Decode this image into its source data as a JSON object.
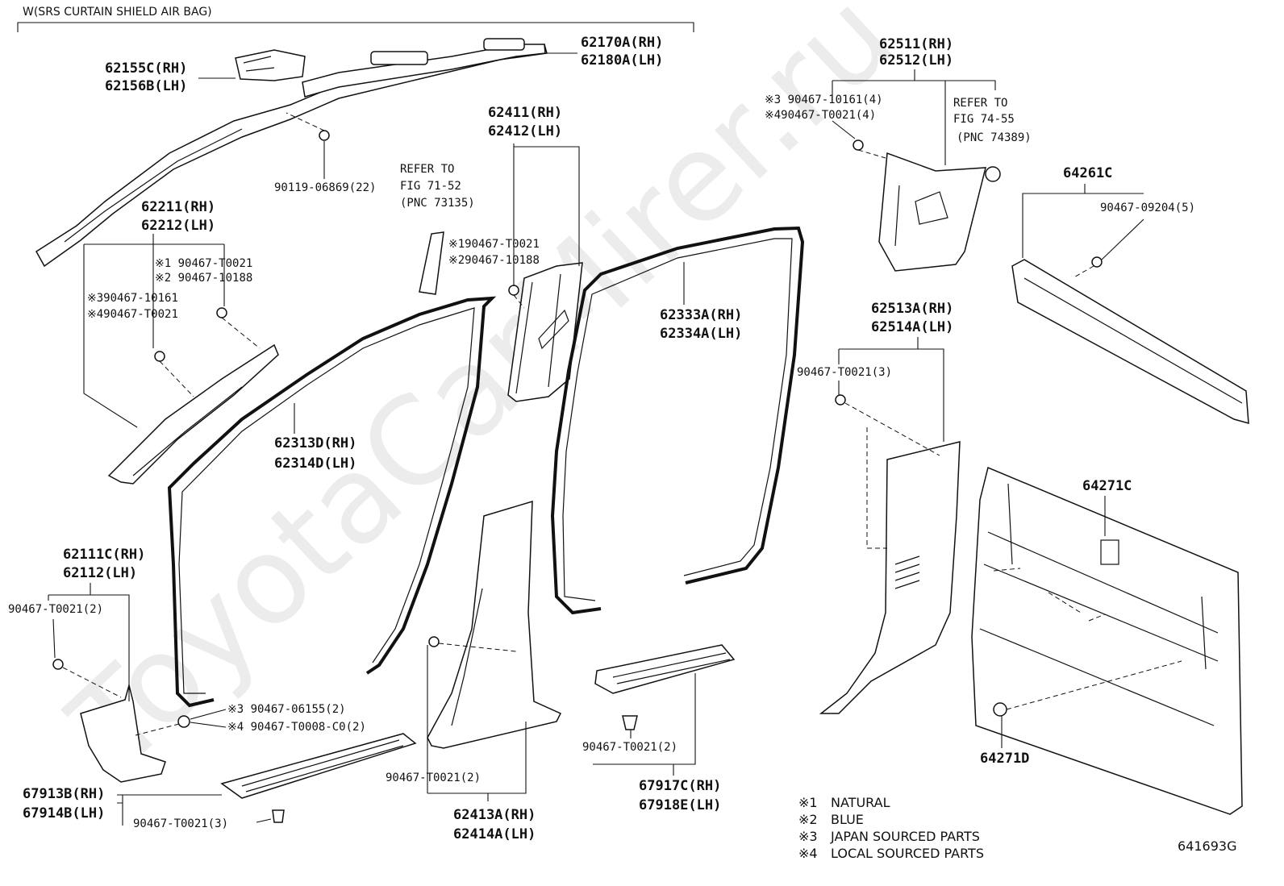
{
  "header": "W(SRS CURTAIN SHIELD AIR BAG)",
  "figure_code": "641693G",
  "watermark": "ToyotaCarMirer.ru",
  "legend": [
    {
      "mark": "※1",
      "text": "NATURAL"
    },
    {
      "mark": "※2",
      "text": "BLUE"
    },
    {
      "mark": "※3",
      "text": "JAPAN SOURCED PARTS"
    },
    {
      "mark": "※4",
      "text": "LOCAL SOURCED PARTS"
    }
  ],
  "callouts": {
    "p62170": [
      "62170A(RH)",
      "62180A(LH)"
    ],
    "p62155": [
      "62155C(RH)",
      "62156B(LH)"
    ],
    "p90119": "90119-06869(22)",
    "p62411": [
      "62411(RH)",
      "62412(LH)"
    ],
    "ref7152": [
      "REFER TO",
      "FIG 71-52",
      "(PNC 73135)"
    ],
    "bpillar_clips": [
      "※190467-T0021",
      "※290467-10188"
    ],
    "p62211": [
      "62211(RH)",
      "62212(LH)"
    ],
    "apillar_clips": [
      "※1 90467-T0021",
      "※2 90467-10188",
      "※390467-10161",
      "※490467-T0021"
    ],
    "p62313": [
      "62313D(RH)",
      "62314D(LH)"
    ],
    "p62333": [
      "62333A(RH)",
      "62334A(LH)"
    ],
    "p62511": [
      "62511(RH)",
      "62512(LH)"
    ],
    "upper_clips": [
      "※3 90467-10161(4)",
      "※490467-T0021(4)"
    ],
    "ref7455": [
      "REFER TO",
      "FIG 74-55",
      "(PNC 74389)"
    ],
    "p64261": "64261C",
    "p90467_09204": "90467-09204(5)",
    "p62513": [
      "62513A(RH)",
      "62514A(LH)"
    ],
    "p90467_t0021_3": "90467-T0021(3)",
    "p64271c": "64271C",
    "p64271d": "64271D",
    "p62111": [
      "62111C(RH)",
      "62112(LH)"
    ],
    "p90467_t0021_2a": "90467-T0021(2)",
    "p06155": [
      "※3 90467-06155(2)",
      "※4 90467-T0008-C0(2)"
    ],
    "p67913": [
      "67913B(RH)",
      "67914B(LH)"
    ],
    "p90467_t0021_3b": "90467-T0021(3)",
    "p90467_t0021_2b": "90467-T0021(2)",
    "p62413": [
      "62413A(RH)",
      "62414A(LH)"
    ],
    "p90467_t0021_2c": "90467-T0021(2)",
    "p67917": [
      "67917C(RH)",
      "67918E(LH)"
    ]
  }
}
